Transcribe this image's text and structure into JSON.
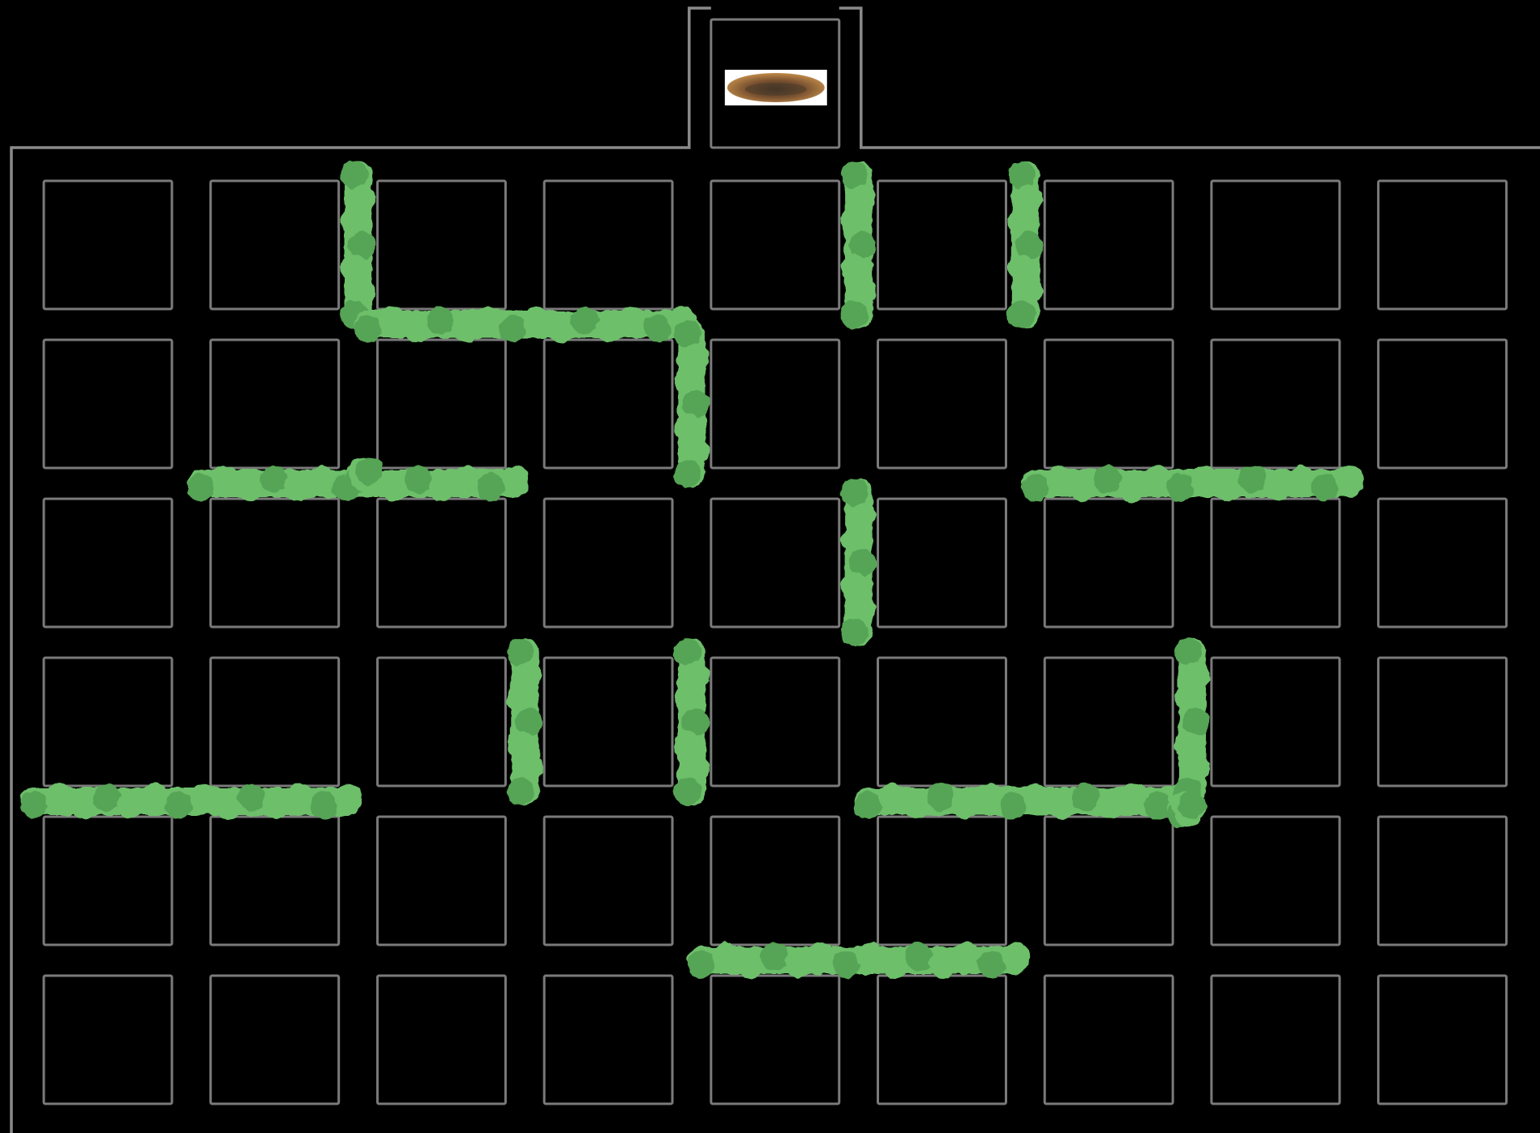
{
  "colors": {
    "background": "#000000",
    "wall": "#8a8a8a",
    "cell_border": "#7a7a7a",
    "hedge": "#6dbf6b",
    "hedge_dark": "#57a455",
    "piece_fill": "#8a5a2b",
    "piece_highlight": "#c08a4a",
    "piece_shadow": "#4a3a2a",
    "piece_backdrop": "#ffffff"
  },
  "board": {
    "columns": 9,
    "rows": 6,
    "entrance_column": 5,
    "player_piece": {
      "icon": "wooden-log-token",
      "location": "entrance"
    },
    "walls": [
      {
        "orientation": "vertical",
        "column_line": 2,
        "from_row": 1,
        "to_row": 2
      },
      {
        "orientation": "horizontal",
        "row_line": 2,
        "from_col": 2,
        "to_col": 3
      },
      {
        "orientation": "horizontal",
        "row_line": 1,
        "from_col": 3,
        "to_col": 4
      },
      {
        "orientation": "vertical",
        "column_line": 5,
        "from_row": 1,
        "to_row": 2
      },
      {
        "orientation": "vertical",
        "column_line": 6,
        "from_row": 1,
        "to_row": 2
      },
      {
        "orientation": "horizontal",
        "row_line": 2,
        "from_col": 7,
        "to_col": 8
      },
      {
        "orientation": "vertical",
        "column_line": 4,
        "from_row": 2,
        "to_row": 3
      },
      {
        "orientation": "vertical",
        "column_line": 5,
        "from_row": 3,
        "to_row": 4
      },
      {
        "orientation": "horizontal",
        "row_line": 4,
        "from_col": 1,
        "to_col": 2
      },
      {
        "orientation": "vertical",
        "column_line": 3,
        "from_row": 4,
        "to_row": 5
      },
      {
        "orientation": "vertical",
        "column_line": 4,
        "from_row": 4,
        "to_row": 5
      },
      {
        "orientation": "horizontal",
        "row_line": 5,
        "from_col": 5,
        "to_col": 6
      },
      {
        "orientation": "horizontal",
        "row_line": 4,
        "from_col": 6,
        "to_col": 7
      },
      {
        "orientation": "vertical",
        "column_line": 7,
        "from_row": 4,
        "to_row": 5
      }
    ]
  }
}
